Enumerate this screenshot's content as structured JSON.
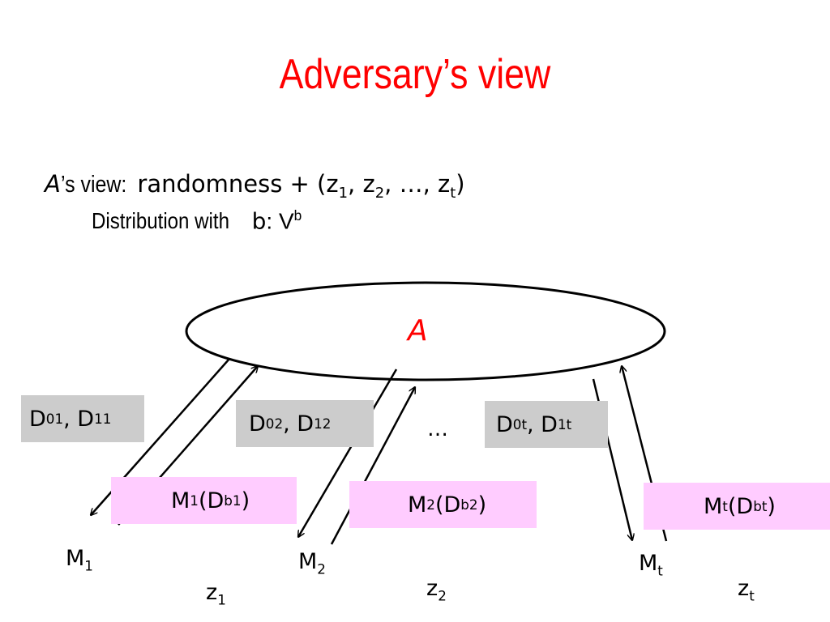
{
  "slide": {
    "title": "Adversary’s view",
    "view_line": {
      "adversary": "A",
      "view_text": "’s view: ",
      "randomness": "randomness + (z",
      "sub1": "1",
      "sep1": ", z",
      "sub2": "2",
      "sep2": ", …, z",
      "subt": "t",
      "close": ")"
    },
    "dist_line": {
      "text": "Distribution with ",
      "b": "b",
      "colon": ": ",
      "V": "V",
      "sup": "b"
    }
  },
  "diagram": {
    "adversary_label": "A",
    "ellipsis": "…",
    "colors": {
      "adversary_label": "#ff0000",
      "query_box": "#cccccc",
      "answer_box": "#ffccff",
      "title": "#ff0000"
    },
    "queries": [
      {
        "D": "D",
        "s0": "0",
        "p0": "1",
        "comma": ", D",
        "s1": "1",
        "p1": "1"
      },
      {
        "D": "D",
        "s0": "0",
        "p0": "2",
        "comma": ", D",
        "s1": "1",
        "p1": "2"
      },
      {
        "D": "D",
        "s0": "0",
        "p0": "t",
        "comma": ", D",
        "s1": "1",
        "p1": "t"
      }
    ],
    "answers": [
      {
        "M": "M",
        "ms": "1",
        "open": "(D",
        "ds": "b",
        "dp": "1",
        "close": ")"
      },
      {
        "M": "M",
        "ms": "2",
        "open": "(D",
        "ds": "b",
        "dp": "2",
        "close": ")"
      },
      {
        "M": "M",
        "ms": "t",
        "open": "(D",
        "ds": "b",
        "dp": "t",
        "close": ")"
      }
    ],
    "mechanisms": [
      {
        "M": "M",
        "sub": "1"
      },
      {
        "M": "M",
        "sub": "2"
      },
      {
        "M": "M",
        "sub": "t"
      }
    ],
    "outputs": [
      {
        "z": "z",
        "sub": "1"
      },
      {
        "z": "z",
        "sub": "2"
      },
      {
        "z": "z",
        "sub": "t"
      }
    ]
  }
}
